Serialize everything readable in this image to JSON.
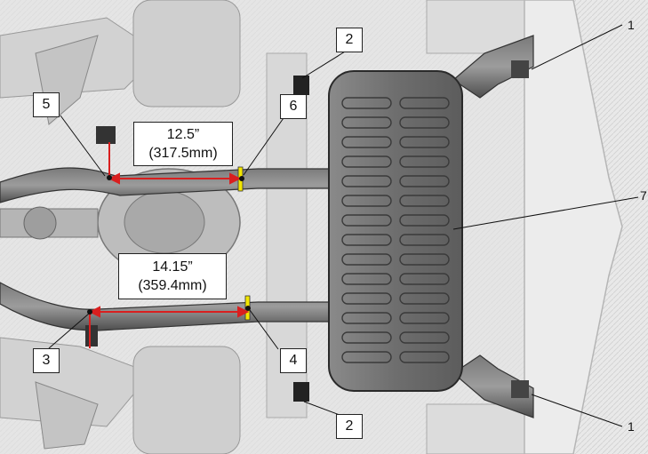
{
  "callouts": {
    "c1_top": "1",
    "c1_bottom": "1",
    "c2_top": "2",
    "c2_bottom": "2",
    "c3": "3",
    "c4": "4",
    "c5": "5",
    "c6": "6",
    "c7": "7"
  },
  "dimensions": {
    "front": {
      "imperial": "12.5”",
      "metric": "(317.5mm)"
    },
    "rear": {
      "imperial": "14.15”",
      "metric": "(359.4mm)"
    }
  },
  "colors": {
    "dimension_arrow": "#d91f1f",
    "cut_mark": "#f2e600",
    "muffler": "#6b6b6b",
    "pipe": "#5a5a5a",
    "background_metal": "#e6e6e6"
  }
}
